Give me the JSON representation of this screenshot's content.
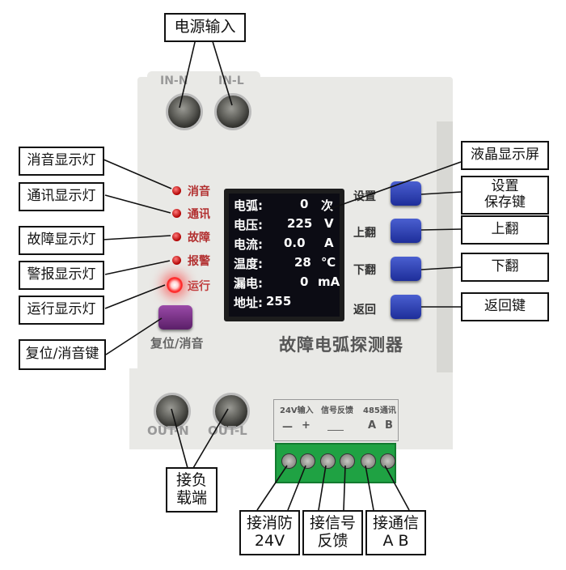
{
  "callouts": {
    "power_input": "电源输入",
    "mute_led": "消音显示灯",
    "comm_led": "通讯显示灯",
    "fault_led": "故障显示灯",
    "alarm_led": "警报显示灯",
    "run_led": "运行显示灯",
    "reset_key": "复位/消音键",
    "lcd_screen": "液晶显示屏",
    "set_save_key": "设置\n保存键",
    "page_up": "上翻",
    "page_down": "下翻",
    "return_key": "返回键",
    "load_terminal": "接负\n载端",
    "fire_24v": "接消防\n24V",
    "signal_feedback": "接信号\n反馈",
    "comm_ab": "接通信\nA B"
  },
  "device": {
    "top_terminals": [
      "IN-N",
      "IN-L"
    ],
    "bottom_terminals": [
      "OUT-N",
      "OUT-L"
    ],
    "leds": [
      {
        "label": "消音",
        "on": false
      },
      {
        "label": "通讯",
        "on": false
      },
      {
        "label": "故障",
        "on": false
      },
      {
        "label": "报警",
        "on": false
      },
      {
        "label": "运行",
        "on": true
      }
    ],
    "keys": [
      "设置",
      "上翻",
      "下翻",
      "返回"
    ],
    "reset_label": "复位/消音",
    "product_name": "故障电弧探测器",
    "lcd": [
      {
        "name": "电弧:",
        "value": "0",
        "unit": "次"
      },
      {
        "name": "电压:",
        "value": "225",
        "unit": "V"
      },
      {
        "name": "电流:",
        "value": "0.0",
        "unit": "A"
      },
      {
        "name": "温度:",
        "value": "28",
        "unit": "℃"
      },
      {
        "name": "漏电:",
        "value": "0",
        "unit": "mA"
      },
      {
        "name": "地址:",
        "value": "255",
        "unit": ""
      }
    ],
    "terminal_block": {
      "input": "24V输入",
      "feedback": "信号反馈",
      "comm": "485通讯",
      "minus": "—",
      "plus": "+",
      "a": "A",
      "b": "B"
    }
  }
}
